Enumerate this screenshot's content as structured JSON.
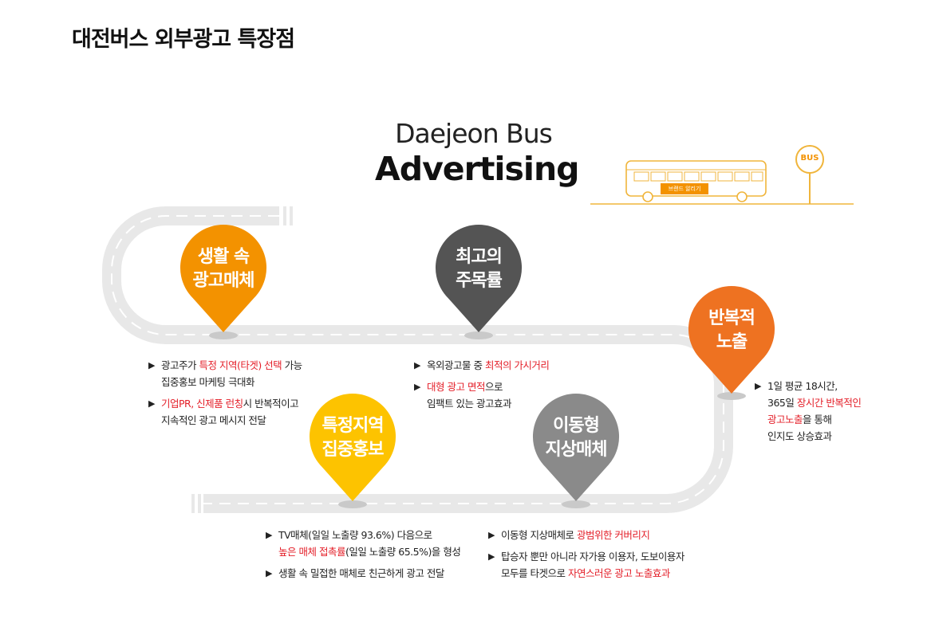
{
  "page_title": "대전버스 외부광고 특장점",
  "headline": {
    "line1": "Daejeon Bus",
    "line2": "Advertising"
  },
  "bus_sign": "BUS",
  "bus_side_text": "브랜드 알리기",
  "colors": {
    "orange": "#f39200",
    "dark_gray": "#545454",
    "orange_red": "#ee7221",
    "yellow": "#fdc300",
    "gray": "#8a8a8a",
    "highlight": "#e4202a",
    "road": "#e8e8e8"
  },
  "pins": [
    {
      "id": "life",
      "line1": "생활 속",
      "line2": "광고매체"
    },
    {
      "id": "attention",
      "line1": "최고의",
      "line2": "주목률"
    },
    {
      "id": "repeat",
      "line1": "반복적",
      "line2": "노출"
    },
    {
      "id": "regional",
      "line1": "특정지역",
      "line2": "집중홍보"
    },
    {
      "id": "moving",
      "line1": "이동형",
      "line2": "지상매체"
    }
  ],
  "descriptions": {
    "life": [
      [
        {
          "t": "광고주가 "
        },
        {
          "t": "특정 지역(타겟) 선택",
          "hl": true
        },
        {
          "t": " 가능"
        }
      ],
      [
        {
          "t": "집중홍보 마케팅 극대화"
        }
      ],
      [
        {
          "t": "기업PR, 신제품 런칭",
          "hl": true
        },
        {
          "t": "시 반복적이고"
        }
      ],
      [
        {
          "t": "지속적인 광고 메시지 전달"
        }
      ]
    ],
    "attention": [
      [
        {
          "t": "옥외광고물 중 "
        },
        {
          "t": "최적의 가시거리",
          "hl": true
        }
      ],
      [
        {
          "t": "대형 광고 면적",
          "hl": true
        },
        {
          "t": "으로"
        }
      ],
      [
        {
          "t": "임팩트 있는 광고효과"
        }
      ]
    ],
    "repeat": [
      [
        {
          "t": "1일 평균 18시간,"
        }
      ],
      [
        {
          "t": "365일 "
        },
        {
          "t": "장시간 반복적인",
          "hl": true
        }
      ],
      [
        {
          "t": "광고노출",
          "hl": true
        },
        {
          "t": "을 통해"
        }
      ],
      [
        {
          "t": "인지도 상승효과"
        }
      ]
    ],
    "regional": [
      [
        {
          "t": "TV매체(일일 노출량 93.6%) 다음으로"
        }
      ],
      [
        {
          "t": "높은 매체 접촉률",
          "hl": true
        },
        {
          "t": "(일일 노출량 65.5%)을 형성"
        }
      ],
      [
        {
          "t": "생활 속 밀접한 매체로 친근하게 광고 전달"
        }
      ]
    ],
    "moving": [
      [
        {
          "t": "이동형 지상매체로 "
        },
        {
          "t": "광범위한 커버리지",
          "hl": true
        }
      ],
      [
        {
          "t": "탑승자 뿐만 아니라 자가용 이용자, 도보이용자"
        }
      ],
      [
        {
          "t": "모두를 타겟으로 "
        },
        {
          "t": "자연스러운 광고 노출효과",
          "hl": true
        }
      ]
    ]
  }
}
